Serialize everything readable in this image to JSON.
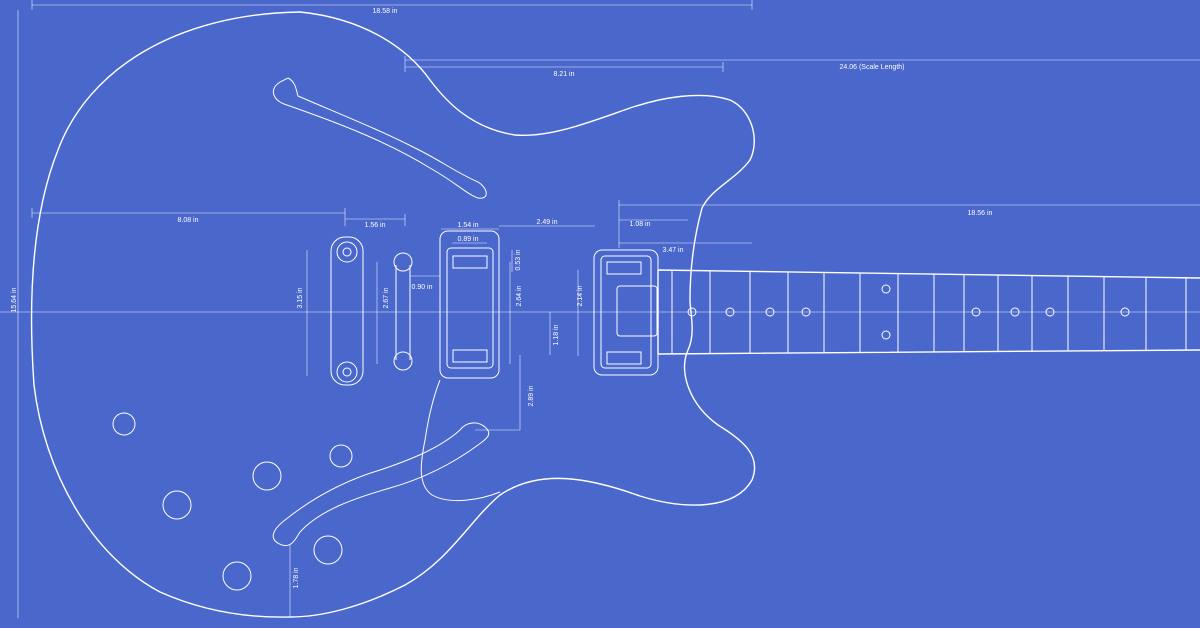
{
  "colors": {
    "background": "#4A67CC",
    "line": "#FFFFFF"
  },
  "dimensions": {
    "body_length": "18.58 in",
    "scale_length": "24.06 (Scale Length)",
    "bridge_to_neck_pickup": "8.21 in",
    "neck_length": "18.56 in",
    "body_width": "15.64 in",
    "centerline_to_tailpiece": "8.08 in",
    "tailpiece_to_bridge": "1.56 in",
    "bridge_pickup_width": "1.54 in",
    "pickup_spacing": "2.49 in",
    "pickup_cover_width": "0.89 in",
    "pickup_pole_height": "0.53 in",
    "bridge_offset": "0.90 in",
    "tailpiece_height": "3.15 in",
    "bridge_post_spacing": "2.67 in",
    "bridge_pickup_height": "2.64 in",
    "neck_pickup_height": "2.14 in",
    "pickup_gap": "1.18 in",
    "heel_offset": "1.08 in",
    "neck_heel_length": "3.47 in",
    "control_offset": "2.89 in",
    "jack_offset": "1.78 in"
  }
}
